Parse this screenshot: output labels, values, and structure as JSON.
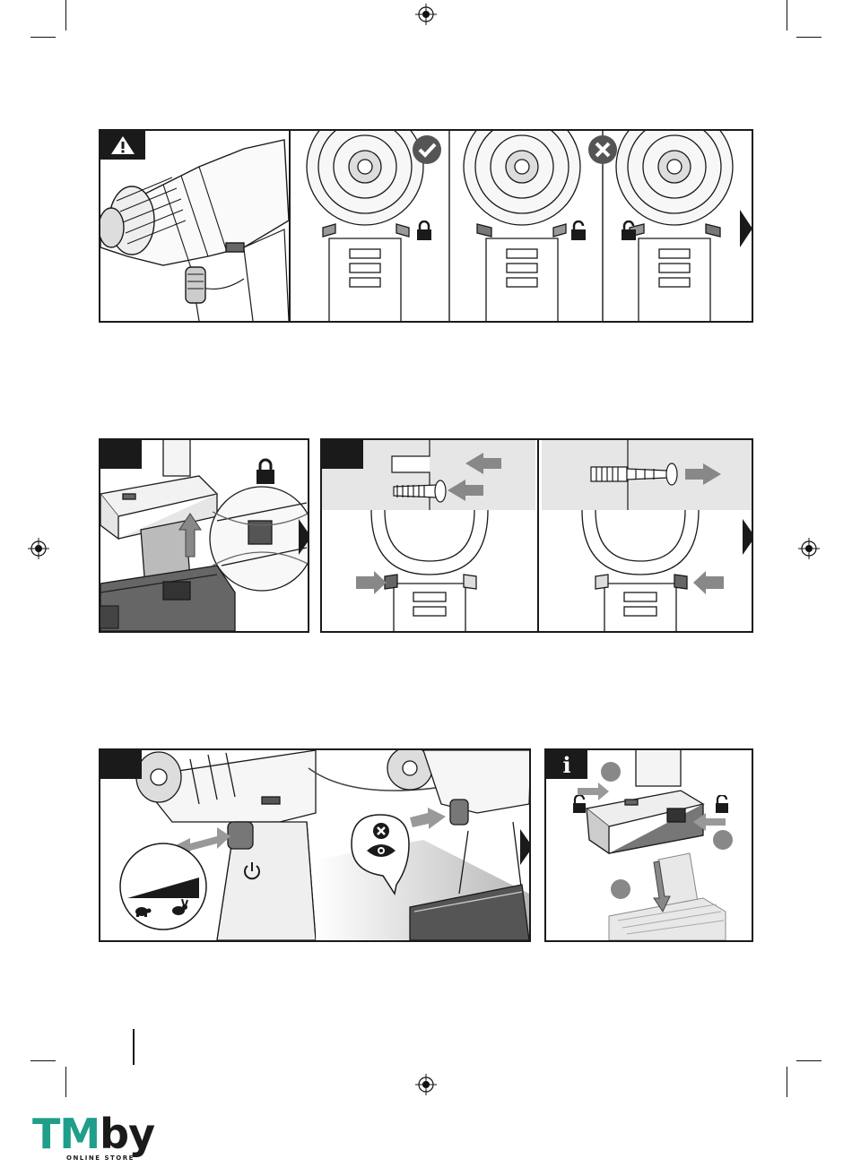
{
  "figure1": {
    "warning_icon": "warning-triangle-icon",
    "check_icon": "check-circle-icon",
    "cross_icon": "cross-circle-icon",
    "lock_icon": "lock-icon",
    "unlock_icon": "unlock-icon",
    "next_icon": "arrow-right-icon"
  },
  "figure2": {
    "lock_icon": "lock-icon",
    "next_icon": "arrow-right-icon"
  },
  "figure3": {
    "info_label": "i",
    "power_icon": "power-icon",
    "slow_icon": "turtle-icon",
    "fast_icon": "rabbit-icon",
    "eye_icon": "eye-icon",
    "next_icon": "arrow-right-icon"
  },
  "logo": {
    "tm": "TM",
    "by": "by",
    "subtitle": "ONLINE STORE"
  },
  "colors": {
    "ink": "#1a1a1a",
    "gray": "#8a8a8a",
    "light_gray": "#e6e6e6",
    "brand_teal": "#1f9e8a"
  }
}
